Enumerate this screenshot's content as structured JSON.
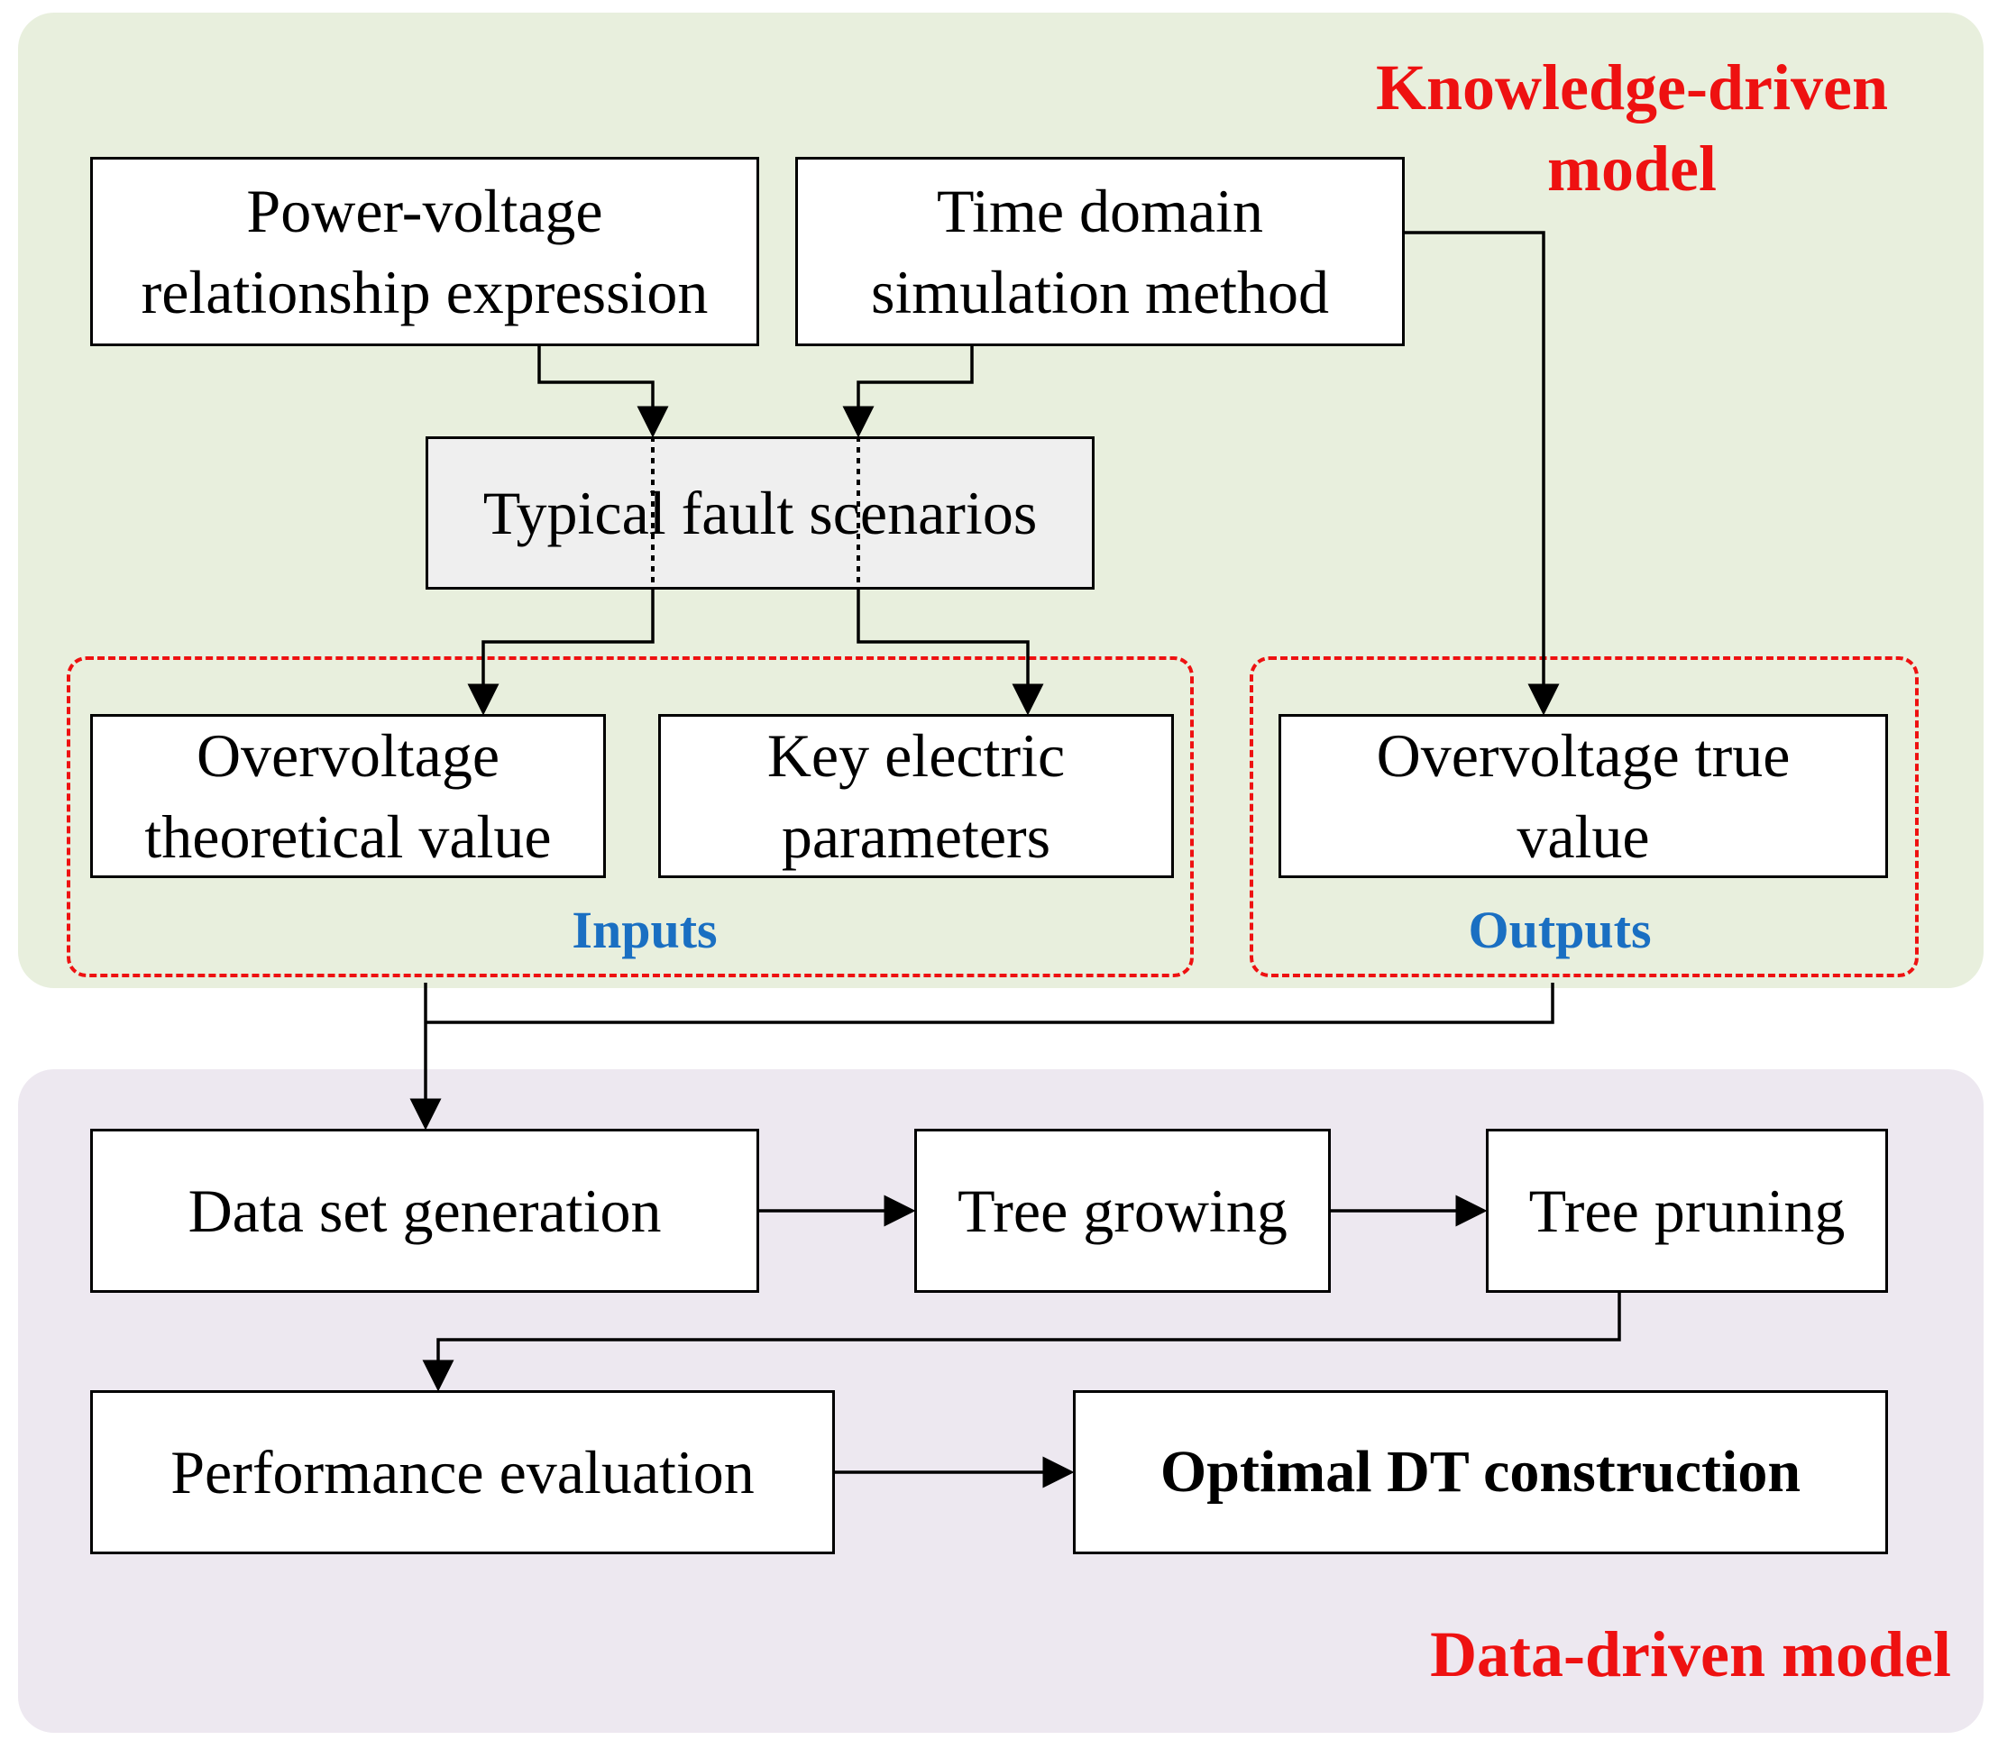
{
  "regions": {
    "knowledge_title": "Knowledge-driven\nmodel",
    "data_title": "Data-driven model"
  },
  "boxes": {
    "power_voltage": "Power-voltage\nrelationship expression",
    "time_domain": "Time domain\nsimulation method",
    "typical_fault": "Typical fault scenarios",
    "overvoltage_theoretical": "Overvoltage\ntheoretical value",
    "key_electric": "Key electric\nparameters",
    "overvoltage_true": "Overvoltage true\nvalue",
    "data_set_generation": "Data set generation",
    "tree_growing": "Tree growing",
    "tree_pruning": "Tree pruning",
    "performance_evaluation": "Performance evaluation",
    "optimal_dt": "Optimal DT construction"
  },
  "groups": {
    "inputs": "Inputs",
    "outputs": "Outputs"
  },
  "colors": {
    "knowledge_bg": "#e8efdd",
    "data_bg": "#ede8f0",
    "title_red": "#ee1111",
    "label_blue": "#1a6fc2"
  }
}
